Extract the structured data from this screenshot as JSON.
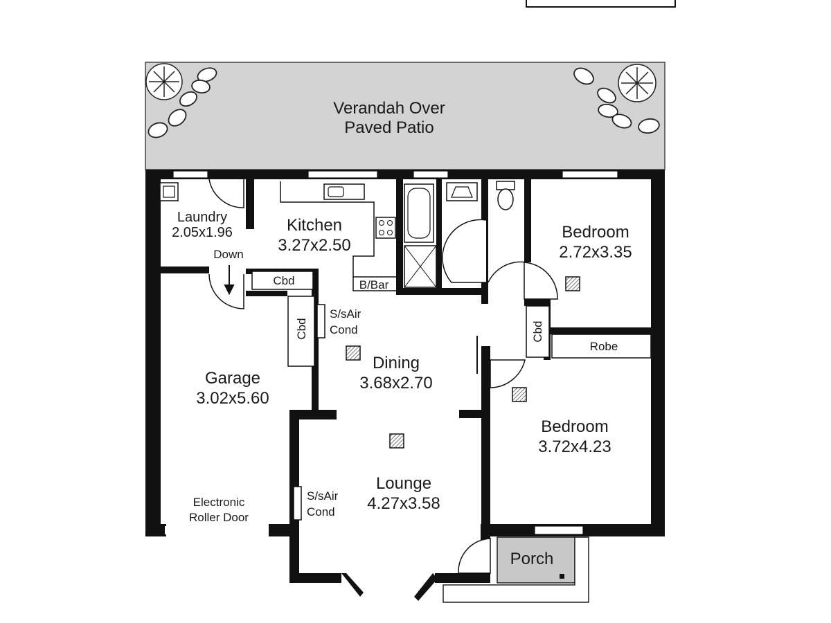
{
  "verandah": {
    "line1": "Verandah Over",
    "line2": "Paved Patio"
  },
  "rooms": {
    "laundry": {
      "name": "Laundry",
      "size": "2.05x1.96",
      "note": "Down"
    },
    "kitchen": {
      "name": "Kitchen",
      "size": "3.27x2.50",
      "bar": "B/Bar"
    },
    "bedroom1": {
      "name": "Bedroom",
      "size": "2.72x3.35"
    },
    "bedroom2": {
      "name": "Bedroom",
      "size": "3.72x4.23"
    },
    "dining": {
      "name": "Dining",
      "size": "3.68x2.70"
    },
    "lounge": {
      "name": "Lounge",
      "size": "4.27x3.58"
    },
    "garage": {
      "name": "Garage",
      "size": "3.02x5.60",
      "door_line1": "Electronic",
      "door_line2": "Roller Door"
    },
    "porch": {
      "name": "Porch"
    }
  },
  "fixtures": {
    "cbd_laundry": "Cbd",
    "cbd_dining": "Cbd",
    "cbd_bedroom": "Cbd",
    "robe": "Robe",
    "aircon_dining_1": "S/sAir",
    "aircon_dining_2": "Cond",
    "aircon_lounge_1": "S/sAir",
    "aircon_lounge_2": "Cond"
  },
  "colors": {
    "wall": "#111111",
    "verandah": "#d3d3d3",
    "porch": "#c8c8c8",
    "hatch": "#555555"
  }
}
